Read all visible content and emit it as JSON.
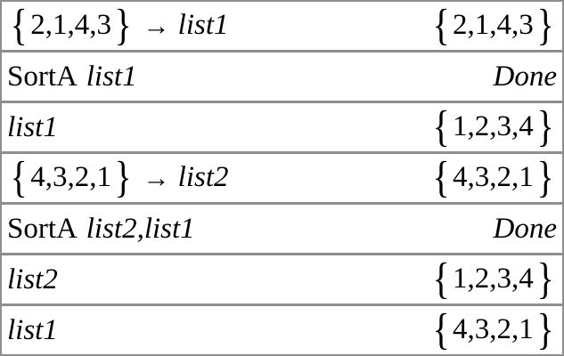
{
  "colors": {
    "background": "#ffffff",
    "border": "#8e8e8e",
    "text": "#000000"
  },
  "history": {
    "rows": [
      {
        "input": [
          {
            "style": "brace",
            "text": "{"
          },
          {
            "style": "roman",
            "text": "2,1,4,3"
          },
          {
            "style": "brace",
            "text": "}"
          },
          {
            "style": "arrow",
            "text": "→"
          },
          {
            "style": "italic",
            "text": "list1"
          }
        ],
        "output": [
          {
            "style": "brace",
            "text": "{"
          },
          {
            "style": "roman",
            "text": "2,1,4,3"
          },
          {
            "style": "brace",
            "text": "}"
          }
        ]
      },
      {
        "input": [
          {
            "style": "cmd",
            "text": "SortA"
          },
          {
            "style": "italic",
            "text": "list1"
          }
        ],
        "output": [
          {
            "style": "italic",
            "text": "Done"
          }
        ]
      },
      {
        "input": [
          {
            "style": "italic",
            "text": "list1"
          }
        ],
        "output": [
          {
            "style": "brace",
            "text": "{"
          },
          {
            "style": "roman",
            "text": "1,2,3,4"
          },
          {
            "style": "brace",
            "text": "}"
          }
        ]
      },
      {
        "input": [
          {
            "style": "brace",
            "text": "{"
          },
          {
            "style": "roman",
            "text": "4,3,2,1"
          },
          {
            "style": "brace",
            "text": "}"
          },
          {
            "style": "arrow",
            "text": "→"
          },
          {
            "style": "italic",
            "text": "list2"
          }
        ],
        "output": [
          {
            "style": "brace",
            "text": "{"
          },
          {
            "style": "roman",
            "text": "4,3,2,1"
          },
          {
            "style": "brace",
            "text": "}"
          }
        ]
      },
      {
        "input": [
          {
            "style": "cmd",
            "text": "SortA"
          },
          {
            "style": "italic",
            "text": "list2,list1"
          }
        ],
        "output": [
          {
            "style": "italic",
            "text": "Done"
          }
        ]
      },
      {
        "input": [
          {
            "style": "italic",
            "text": "list2"
          }
        ],
        "output": [
          {
            "style": "brace",
            "text": "{"
          },
          {
            "style": "roman",
            "text": "1,2,3,4"
          },
          {
            "style": "brace",
            "text": "}"
          }
        ]
      },
      {
        "input": [
          {
            "style": "italic",
            "text": "list1"
          }
        ],
        "output": [
          {
            "style": "brace",
            "text": "{"
          },
          {
            "style": "roman",
            "text": "4,3,2,1"
          },
          {
            "style": "brace",
            "text": "}"
          }
        ]
      }
    ]
  }
}
